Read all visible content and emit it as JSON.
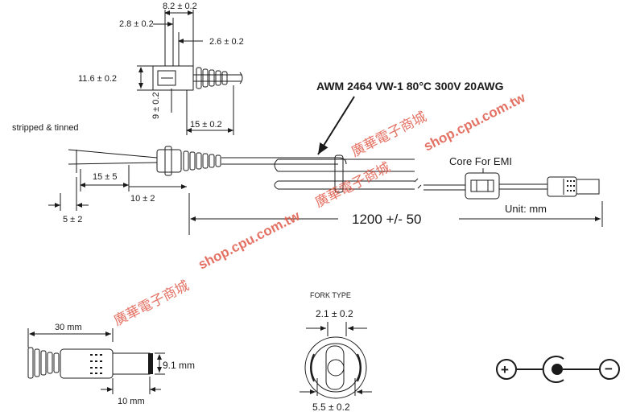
{
  "labels": {
    "top_width": "8.2 ± 0.2",
    "top_left_offset": "2.8 ± 0.2",
    "top_mid": "2.6 ± 0.2",
    "height_outer": "11.6 ± 0.2",
    "height_inner": "9 ± 0.2",
    "boot_length": "15 ± 0.2",
    "stripped": "stripped & tinned",
    "strip_15": "15 ± 5",
    "strip_10": "10 ± 2",
    "strip_5": "5 ± 2",
    "cable_spec": "AWM  2464  VW-1  80°C  300V  20AWG",
    "ferrite": "Core For EMI",
    "unit": "Unit: mm",
    "cable_length": "1200 +/- 50",
    "plug_len": "30 mm",
    "plug_tip": "10 mm",
    "plug_dia": "9.1 mm",
    "fork_type": "FORK TYPE",
    "fork_inner": "2.1 ± 0.2",
    "fork_outer": "5.5 ± 0.2",
    "polarity_plus": "+",
    "polarity_minus": "−"
  },
  "watermarks": {
    "url": "shop.cpu.com.tw",
    "cn": "廣華電子商城"
  }
}
